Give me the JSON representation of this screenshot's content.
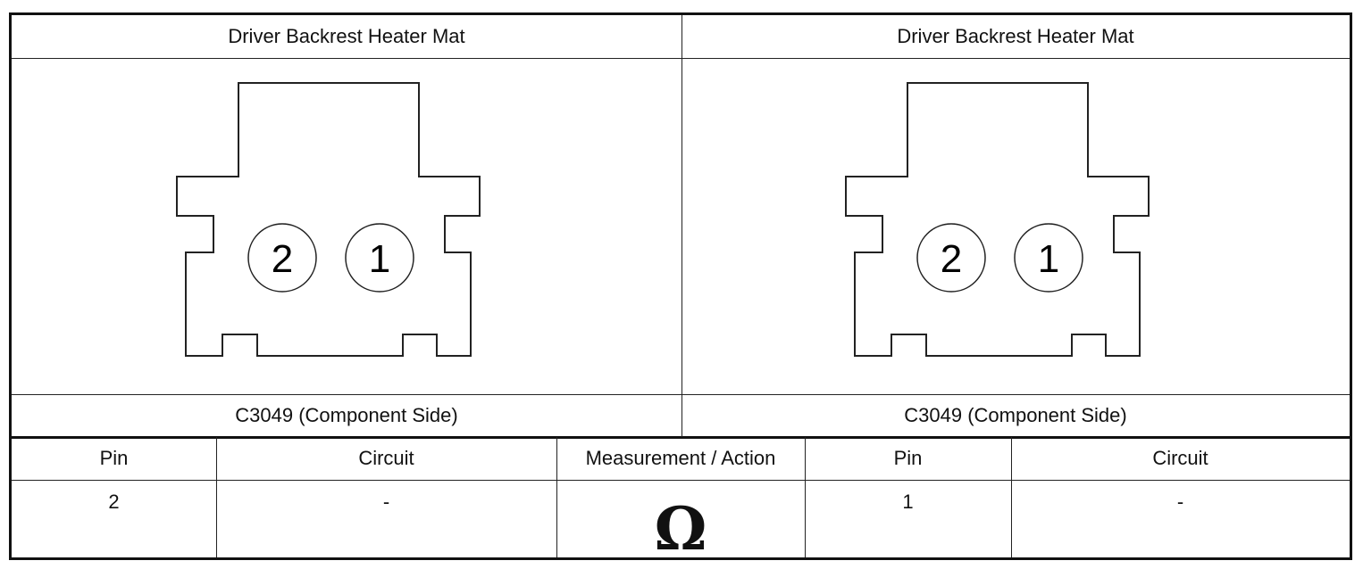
{
  "header": {
    "left_title": "Driver Backrest Heater Mat",
    "right_title": "Driver Backrest Heater Mat"
  },
  "connectors": {
    "left": {
      "caption": "C3049 (Component Side)",
      "pins": [
        "2",
        "1"
      ]
    },
    "right": {
      "caption": "C3049 (Component Side)",
      "pins": [
        "2",
        "1"
      ]
    }
  },
  "table": {
    "headers": [
      "Pin",
      "Circuit",
      "Measurement / Action",
      "Pin",
      "Circuit"
    ],
    "row": {
      "pin_a": "2",
      "circuit_a": "-",
      "measurement": "Ω",
      "pin_b": "1",
      "circuit_b": "-"
    }
  }
}
